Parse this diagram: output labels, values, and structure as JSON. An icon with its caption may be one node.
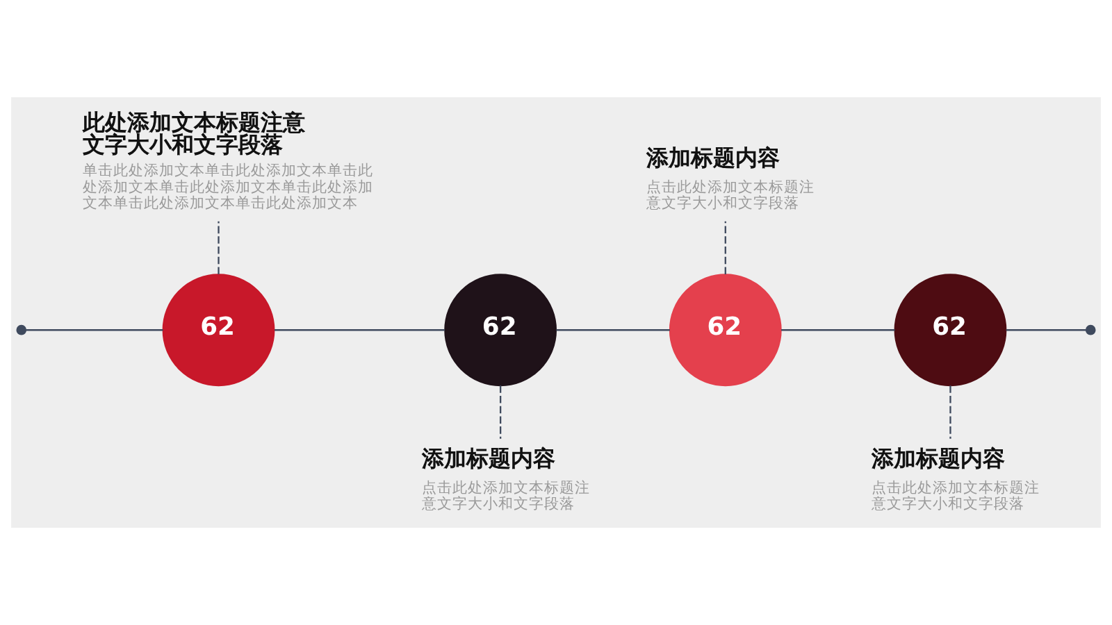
{
  "diagram": {
    "nodes": [
      {
        "text": [],
        "shape": "circle"
      },
      {
        "text": [
          "62"
        ]
      },
      {
        "text": [
          "此处添加文本标题注意文字大小和文字段落",
          "单击此处添加文本单击此处添加文本单击此处添加文本单击此处添加文本单击此处添加文本单击此处添加文本单击此处添加文本"
        ]
      },
      {
        "text": [
          "62"
        ]
      },
      {
        "text": [
          "添加标题内容",
          "点击此处添加文本标题注意文字大小和文字段落"
        ]
      },
      {
        "text": [
          "62"
        ]
      },
      {
        "text": [
          "添加标题内容",
          "点击此处添加文本标题注意文字大小和文字段落"
        ]
      },
      {
        "text": [
          "62"
        ]
      },
      {
        "text": [
          "添加标题内容",
          "点击此处添加文本标题注意文字大小和文字段落"
        ]
      },
      {
        "text": [],
        "shape": "circle"
      }
    ],
    "edges": [
      {
        "from": 0,
        "to": 1,
        "arrow": "none"
      },
      {
        "from": 1,
        "to": 3,
        "arrow": "none"
      },
      {
        "from": 3,
        "to": 5,
        "arrow": "none"
      },
      {
        "from": 5,
        "to": 7,
        "arrow": "none"
      },
      {
        "from": 7,
        "to": 9,
        "arrow": "none"
      },
      {
        "from": 1,
        "to": 2,
        "arrow": "none",
        "style": "dashed"
      },
      {
        "from": 3,
        "to": 4,
        "arrow": "none",
        "style": "dashed"
      },
      {
        "from": 5,
        "to": 6,
        "arrow": "none",
        "style": "dashed"
      },
      {
        "from": 7,
        "to": 8,
        "arrow": "none",
        "style": "dashed"
      }
    ]
  }
}
